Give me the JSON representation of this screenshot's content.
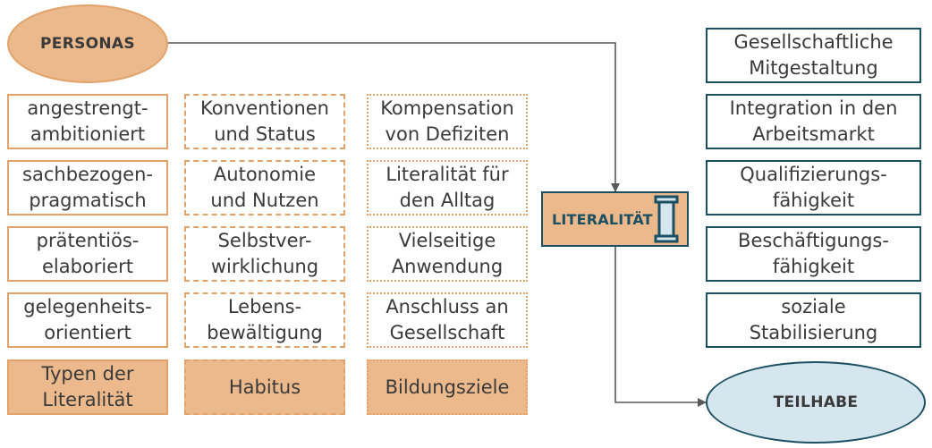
{
  "personas": "PERSONAS",
  "literalitaet": "LITERALITÄT",
  "teilhabe": "TEILHABE",
  "typen": [
    "angestrengt-\nambitioniert",
    "sachbezogen-\npragmatisch",
    "prätentiös-\nelaboriert",
    "gelegenheits-\norientiert"
  ],
  "typen_header": "Typen der\nLiteralität",
  "habitus": [
    "Konventionen\nund Status",
    "Autonomie\nund Nutzen",
    "Selbstver-\nwirklichung",
    "Lebens-\nbewältigung"
  ],
  "habitus_header": "Habitus",
  "bildung": [
    "Kompensation\nvon Defiziten",
    "Literalität für\nden Alltag",
    "Vielseitige\nAnwendung",
    "Anschluss an\nGesellschaft"
  ],
  "bildung_header": "Bildungsziele",
  "outcomes": [
    "Gesellschaftliche\nMitgestaltung",
    "Integration in den\nArbeitsmarkt",
    "Qualifizierungs-\nfähigkeit",
    "Beschäftigungs-\nfähigkeit",
    "soziale\nStabilisierung"
  ],
  "colors": {
    "orange_border": "#e2a26a",
    "orange_fill": "#ebb98b",
    "teal": "#1b4f62",
    "light_blue": "#d6e6ef",
    "connector": "#595959"
  }
}
